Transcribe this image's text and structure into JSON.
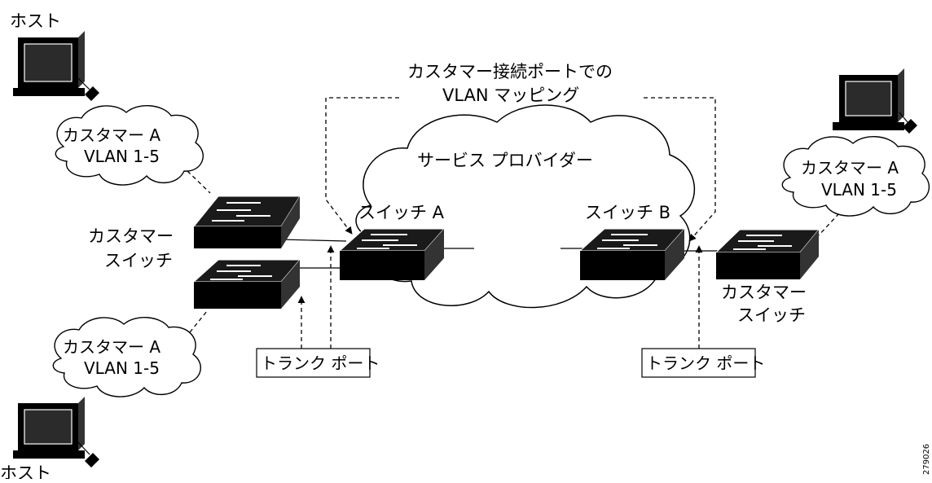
{
  "labels": {
    "host_top": "ホスト",
    "host_bottom": "ホスト",
    "vlan_mapping_line1": "カスタマー接続ポートでの",
    "vlan_mapping_line2": "VLAN マッピング",
    "service_provider": "サービス プロバイダー",
    "switch_a": "スイッチ A",
    "switch_b": "スイッチ B",
    "customer_switch_left_line1": "カスタマー",
    "customer_switch_left_line2": "スイッチ",
    "customer_switch_right_line1": "カスタマー",
    "customer_switch_right_line2": "スイッチ",
    "trunk_port_left": "トランク ポート",
    "trunk_port_right": "トランク ポート",
    "figure_id": "279026"
  },
  "clouds": {
    "top_left": {
      "line1": "カスタマー A",
      "line2": "VLAN 1-5"
    },
    "bottom_left": {
      "line1": "カスタマー A",
      "line2": "VLAN 1-5"
    },
    "right": {
      "line1": "カスタマー A",
      "line2": "VLAN 1-5"
    }
  }
}
